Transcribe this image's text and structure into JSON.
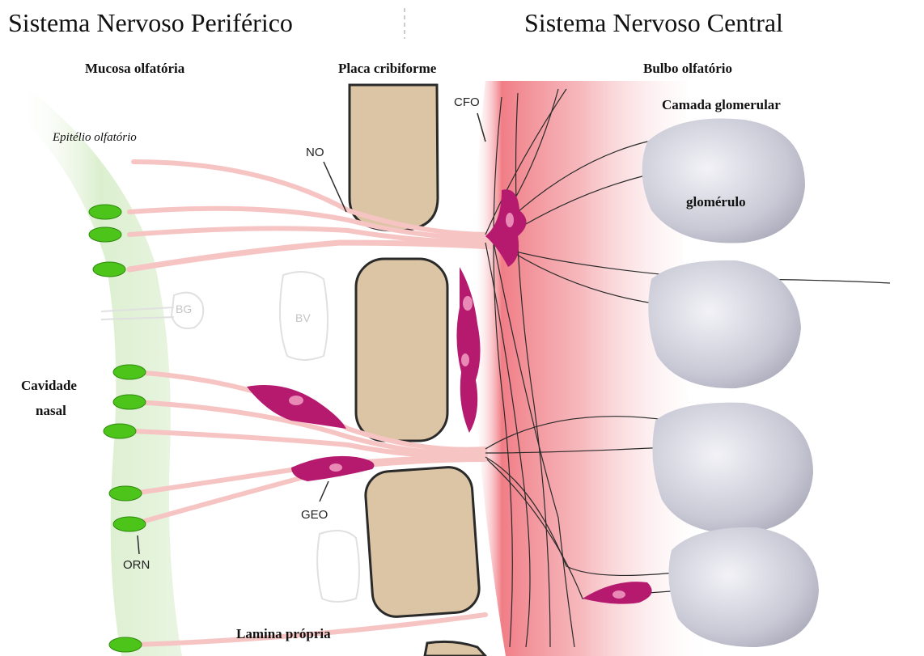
{
  "headers": {
    "peripheral": "Sistema Nervoso Periférico",
    "central": "Sistema Nervoso Central"
  },
  "regions": {
    "mucosa": "Mucosa olfatória",
    "placa": "Placa cribiforme",
    "bulbo": "Bulbo olfatório",
    "camada": "Camada glomerular"
  },
  "labels": {
    "epitelio": "Epitélio olfatório",
    "no": "NO",
    "cfo": "CFO",
    "glomerulo": "glomérulo",
    "bg": "BG",
    "bv": "BV",
    "cavidade_line1": "Cavidade",
    "cavidade_line2": "nasal",
    "geo": "GEO",
    "orn": "ORN",
    "lamina": "Lamina própria"
  },
  "colors": {
    "epithelium": "#e3f3d9",
    "neuron": "#4dc41a",
    "bone": "#dcc5a5",
    "bone_outline": "#2a2a2a",
    "axon_bundle": "#f6c4c3",
    "bulb_gradient": "#ef6f79",
    "glial_cell": "#b51a6f",
    "glomerulus": "#c9c9d6"
  }
}
